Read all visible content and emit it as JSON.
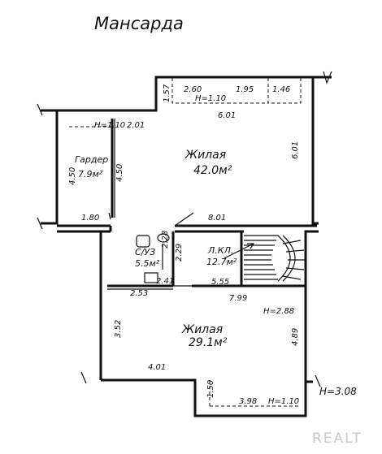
{
  "plan": {
    "title": "Мансарда",
    "height_total": "H=3.08",
    "watermark": "REALT"
  },
  "rooms": [
    {
      "id": "living-1",
      "name": "Жилая",
      "area": "42.0м²"
    },
    {
      "id": "wardrobe",
      "name": "Гардер",
      "area": "7.9м²"
    },
    {
      "id": "bathroom",
      "name": "С/УЗ",
      "area": "5.5м²"
    },
    {
      "id": "stairwell",
      "name": "Л.КЛ.",
      "area": "12.7м²"
    },
    {
      "id": "living-2",
      "name": "Жилая",
      "area": "29.1м²"
    }
  ],
  "heights": {
    "top_alcove": "H=1.10",
    "wardrobe_top": "H=1.10",
    "living_2": "H=2.88",
    "bottom_alcove": "H=1.10"
  },
  "dimensions": {
    "top_1_57": "1.57",
    "top_2_60": "2.60",
    "top_1_95": "1.95",
    "top_1_46": "1.46",
    "top_6_01": "6.01",
    "right_6_01": "6.01",
    "mid_8_01": "8.01",
    "ward_2_01": "2.01",
    "ward_4_50_left": "4.50",
    "ward_4_50_right": "4.50",
    "ward_1_80": "1.80",
    "bath_2_28": "2.28",
    "bath_2_29": "2.29",
    "bath_2_41": "2.41",
    "bath_2_53": "2.53",
    "stair_5_55": "5.55",
    "liv2_7_99": "7.99",
    "liv2_3_52": "3.52",
    "liv2_4_89": "4.89",
    "liv2_4_01": "4.01",
    "bot_1_50": "1.50",
    "bot_3_98": "3.98"
  }
}
